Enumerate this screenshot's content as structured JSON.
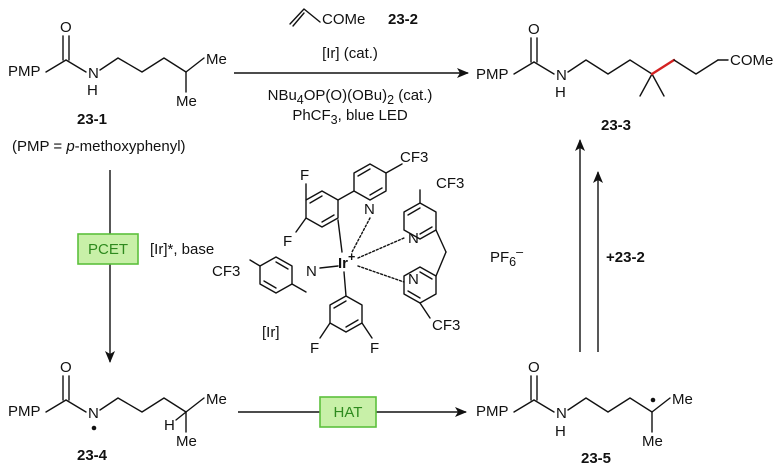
{
  "compounds": {
    "c1": {
      "id": "23-1",
      "note_prefix": "(PMP = ",
      "note_italic": "p",
      "note_suffix": "-methoxyphenyl)"
    },
    "c2": {
      "id": "23-2",
      "substituent": "COMe"
    },
    "c3": {
      "id": "23-3",
      "substituent": "COMe"
    },
    "c4": {
      "id": "23-4"
    },
    "c5": {
      "id": "23-5"
    }
  },
  "atoms": {
    "pmp": "PMP",
    "o": "O",
    "n": "N",
    "h": "H",
    "me": "Me",
    "f": "F",
    "cf3": "CF3",
    "ir": "Ir",
    "ir_charge": "+"
  },
  "conditions": {
    "top_reagent_label": "[Ir] (cat.)",
    "top_cat_1": "NBu",
    "top_cat_sub4": "4",
    "top_cat_2": "OP(O)(OBu)",
    "top_cat_sub2": "2",
    "top_cat_3": " (cat.)",
    "top_solvent_1": "PhCF",
    "top_solvent_sub": "3",
    "top_solvent_2": ", blue LED",
    "left_label": "[Ir]*, base",
    "right_label_prefix": "+",
    "right_label_ref": "23-2"
  },
  "boxes": {
    "pcet": "PCET",
    "hat": "HAT"
  },
  "catalyst": {
    "label": "[Ir]",
    "counterion": "PF",
    "counterion_sub": "6",
    "counterion_charge": "–"
  },
  "colors": {
    "box_fill": "#c8f0a8",
    "box_stroke": "#5cc03c",
    "box_text": "#2e8a1e",
    "highlight_bond": "#d42222"
  }
}
